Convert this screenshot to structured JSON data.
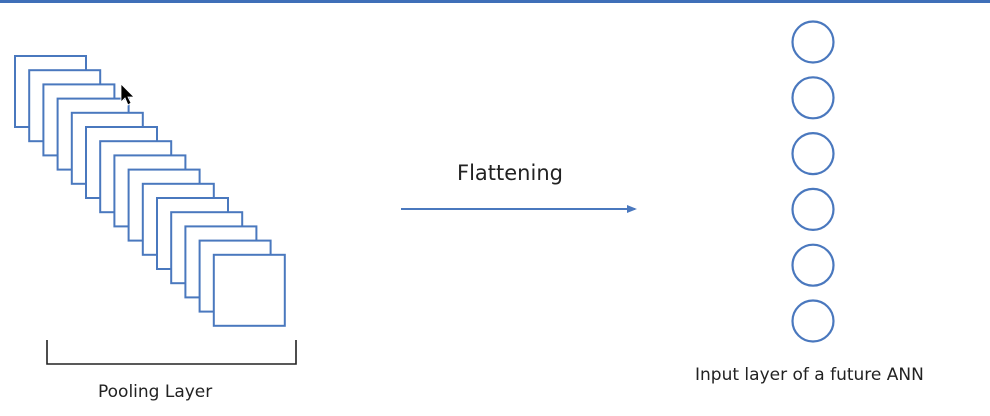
{
  "diagram": {
    "arrow_label": "Flattening",
    "pooling_label": "Pooling Layer",
    "input_label": "Input layer of a future ANN",
    "pooling_map_count": 15,
    "neuron_count": 6,
    "colors": {
      "stroke": "#4a78be",
      "text": "#222222",
      "top_bar": "#3f6fb8",
      "cursor": "#000000",
      "bracket": "#222222"
    },
    "icons": {
      "pointer": "mouse-pointer-icon"
    }
  }
}
